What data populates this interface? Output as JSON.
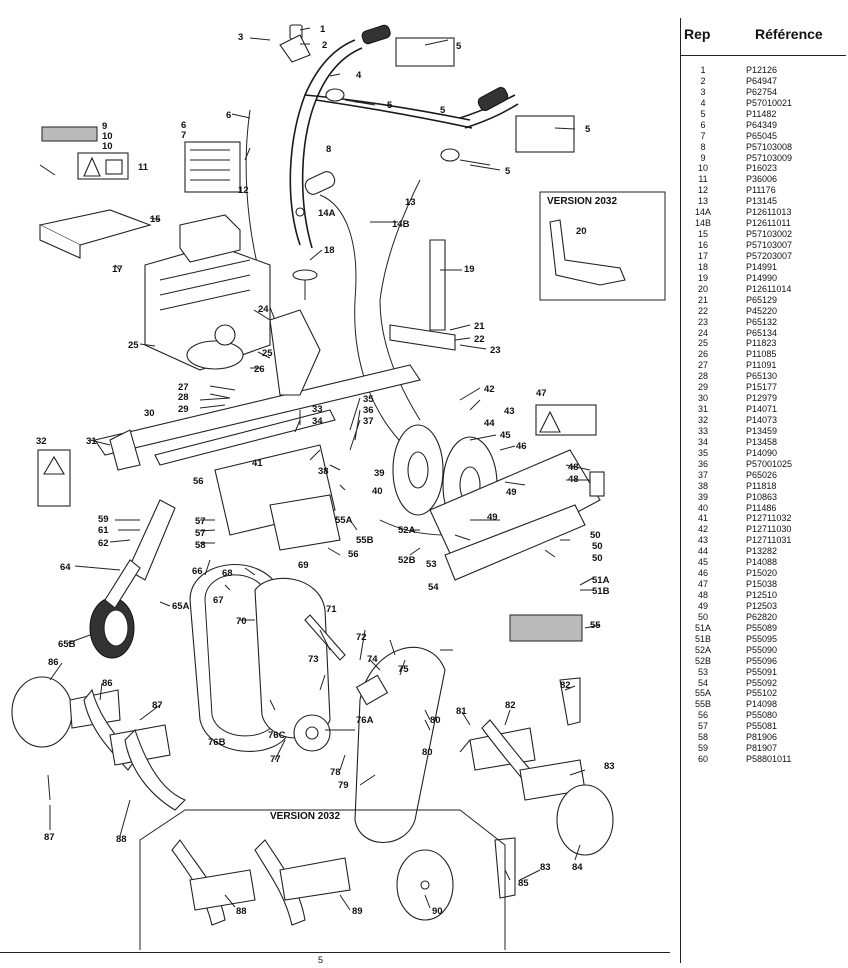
{
  "table": {
    "header_rep": "Rep",
    "header_ref": "Référence",
    "rows": [
      {
        "rep": "1",
        "ref": "P12126"
      },
      {
        "rep": "2",
        "ref": "P64947"
      },
      {
        "rep": "3",
        "ref": "P62754"
      },
      {
        "rep": "4",
        "ref": "P57010021"
      },
      {
        "rep": "5",
        "ref": "P11482"
      },
      {
        "rep": "6",
        "ref": "P64349"
      },
      {
        "rep": "7",
        "ref": "P65045"
      },
      {
        "rep": "8",
        "ref": "P57103008"
      },
      {
        "rep": "9",
        "ref": "P57103009"
      },
      {
        "rep": "10",
        "ref": "P16023"
      },
      {
        "rep": "11",
        "ref": "P36006"
      },
      {
        "rep": "12",
        "ref": "P11176"
      },
      {
        "rep": "13",
        "ref": "P13145"
      },
      {
        "rep": "14A",
        "ref": "P12611013"
      },
      {
        "rep": "14B",
        "ref": "P12611011"
      },
      {
        "rep": "15",
        "ref": "P57103002"
      },
      {
        "rep": "16",
        "ref": "P57103007"
      },
      {
        "rep": "17",
        "ref": "P57203007"
      },
      {
        "rep": "18",
        "ref": "P14991"
      },
      {
        "rep": "19",
        "ref": "P14990"
      },
      {
        "rep": "20",
        "ref": "P12611014"
      },
      {
        "rep": "21",
        "ref": "P65129"
      },
      {
        "rep": "22",
        "ref": "P45220"
      },
      {
        "rep": "23",
        "ref": "P65132"
      },
      {
        "rep": "24",
        "ref": "P65134"
      },
      {
        "rep": "25",
        "ref": "P11823"
      },
      {
        "rep": "26",
        "ref": "P11085"
      },
      {
        "rep": "27",
        "ref": "P11091"
      },
      {
        "rep": "28",
        "ref": "P65130"
      },
      {
        "rep": "29",
        "ref": "P15177"
      },
      {
        "rep": "30",
        "ref": "P12979"
      },
      {
        "rep": "31",
        "ref": "P14071"
      },
      {
        "rep": "32",
        "ref": "P14073"
      },
      {
        "rep": "33",
        "ref": "P13459"
      },
      {
        "rep": "34",
        "ref": "P13458"
      },
      {
        "rep": "35",
        "ref": "P14090"
      },
      {
        "rep": "36",
        "ref": "P57001025"
      },
      {
        "rep": "37",
        "ref": "P65026"
      },
      {
        "rep": "38",
        "ref": "P11818"
      },
      {
        "rep": "39",
        "ref": "P10863"
      },
      {
        "rep": "40",
        "ref": "P11486"
      },
      {
        "rep": "41",
        "ref": "P12711032"
      },
      {
        "rep": "42",
        "ref": "P12711030"
      },
      {
        "rep": "43",
        "ref": "P12711031"
      },
      {
        "rep": "44",
        "ref": "P13282"
      },
      {
        "rep": "45",
        "ref": "P14088"
      },
      {
        "rep": "46",
        "ref": "P15020"
      },
      {
        "rep": "47",
        "ref": "P15038"
      },
      {
        "rep": "48",
        "ref": "P12510"
      },
      {
        "rep": "49",
        "ref": "P12503"
      },
      {
        "rep": "50",
        "ref": "P62820"
      },
      {
        "rep": "51A",
        "ref": "P55089"
      },
      {
        "rep": "51B",
        "ref": "P55095"
      },
      {
        "rep": "52A",
        "ref": "P55090"
      },
      {
        "rep": "52B",
        "ref": "P55096"
      },
      {
        "rep": "53",
        "ref": "P55091"
      },
      {
        "rep": "54",
        "ref": "P55092"
      },
      {
        "rep": "55A",
        "ref": "P55102"
      },
      {
        "rep": "55B",
        "ref": "P14098"
      },
      {
        "rep": "56",
        "ref": "P55080"
      },
      {
        "rep": "57",
        "ref": "P55081"
      },
      {
        "rep": "58",
        "ref": "P81906"
      },
      {
        "rep": "59",
        "ref": "P81907"
      },
      {
        "rep": "60",
        "ref": "P58801011"
      }
    ]
  },
  "diagram": {
    "version_label_top": "VERSION 2032",
    "version_label_bottom": "VERSION 2032",
    "callouts": [
      "1",
      "2",
      "3",
      "4",
      "5",
      "5",
      "5",
      "5",
      "5",
      "6",
      "6",
      "7",
      "8",
      "9",
      "10",
      "10",
      "11",
      "12",
      "13",
      "14A",
      "14B",
      "15",
      "17",
      "18",
      "19",
      "20",
      "21",
      "22",
      "23",
      "24",
      "25",
      "25",
      "26",
      "27",
      "28",
      "29",
      "30",
      "31",
      "32",
      "33",
      "34",
      "35",
      "36",
      "37",
      "38",
      "39",
      "40",
      "41",
      "42",
      "43",
      "44",
      "45",
      "46",
      "47",
      "48",
      "48",
      "49",
      "49",
      "50",
      "50",
      "50",
      "51A",
      "51B",
      "52A",
      "52B",
      "53",
      "54",
      "55",
      "55A",
      "55B",
      "56",
      "56",
      "57",
      "57",
      "58",
      "59",
      "61",
      "62",
      "64",
      "65A",
      "65B",
      "66",
      "67",
      "68",
      "69",
      "70",
      "71",
      "72",
      "73",
      "74",
      "75",
      "76A",
      "76B",
      "76C",
      "77",
      "78",
      "79",
      "80",
      "80",
      "81",
      "82",
      "82",
      "83",
      "83",
      "84",
      "85",
      "86",
      "86",
      "87",
      "87",
      "88",
      "88",
      "89",
      "90"
    ]
  },
  "page_number": "5"
}
